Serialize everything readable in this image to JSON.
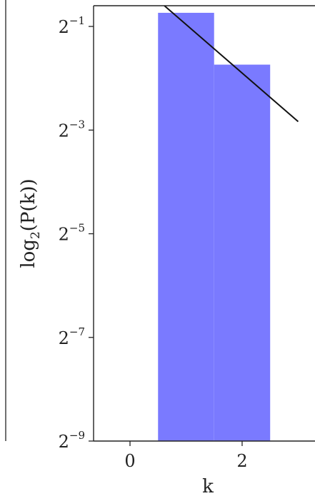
{
  "chart_data": {
    "type": "bar",
    "x": [
      1,
      2
    ],
    "values": [
      0.6,
      0.3
    ],
    "bar_color": "#7a7aff",
    "fit_line": {
      "x": [
        0.5,
        3
      ],
      "y": [
        0.71,
        0.14
      ],
      "color": "#111111"
    },
    "xlabel": "k",
    "ylabel": {
      "prefix": "log",
      "subscript": "2",
      "suffix": "(P(k))"
    },
    "xticks": [
      {
        "value": 0,
        "label": "0"
      },
      {
        "value": 2,
        "label": "2"
      }
    ],
    "yticks": [
      {
        "exp": -1,
        "base": "2",
        "label": "−1"
      },
      {
        "exp": -3,
        "base": "2",
        "label": "−3"
      },
      {
        "exp": -5,
        "base": "2",
        "label": "−5"
      },
      {
        "exp": -7,
        "base": "2",
        "label": "−7"
      },
      {
        "exp": -9,
        "base": "2",
        "label": "−9"
      }
    ],
    "xlim": [
      -0.65,
      3.3
    ],
    "ylim_log2": [
      -9,
      -0.6
    ],
    "yscale": "log2",
    "grid": false
  }
}
